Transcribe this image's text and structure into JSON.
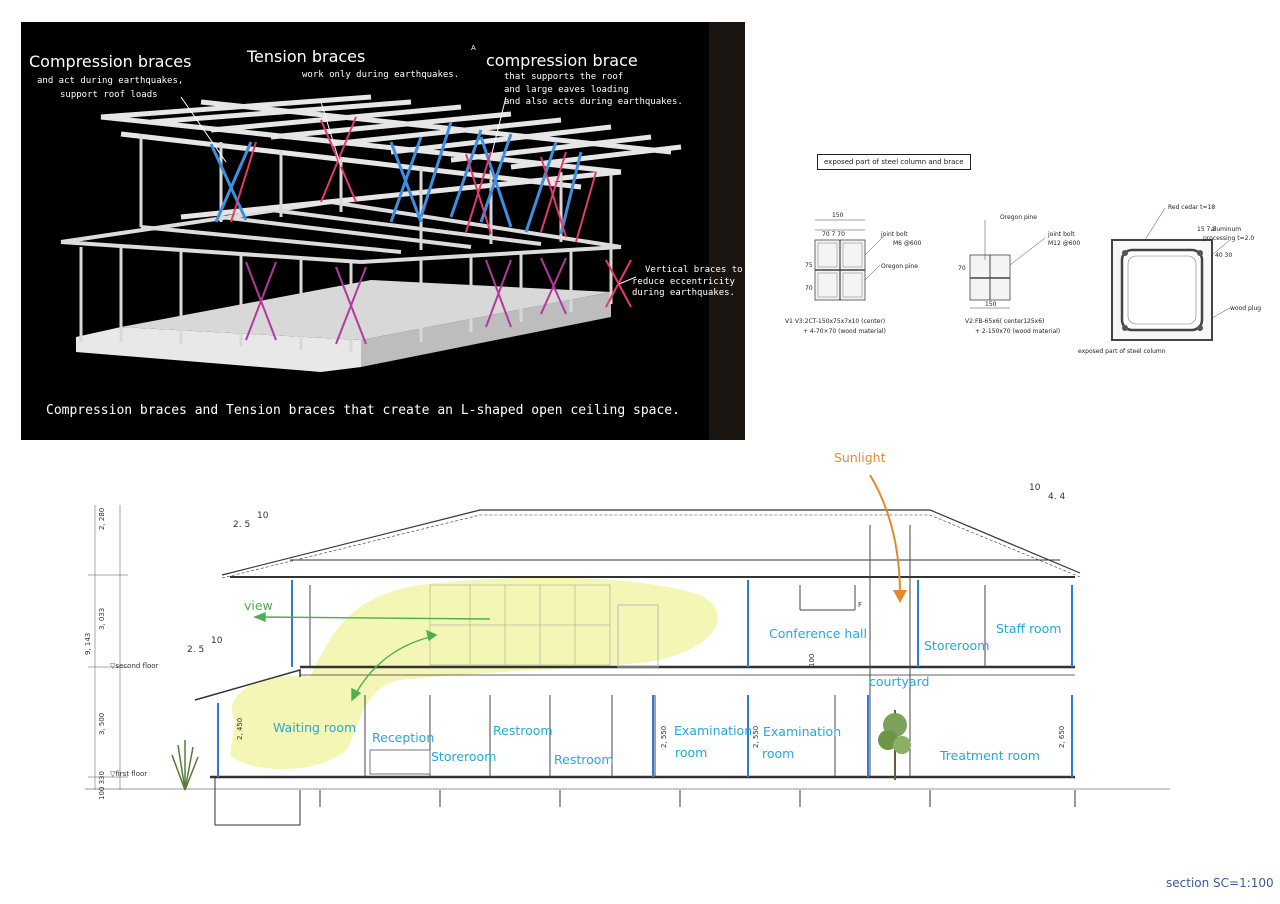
{
  "render": {
    "label_compression_braces": "Compression braces",
    "label_compression_braces_sub1": "and act during earthquakes,",
    "label_compression_braces_sub2": "support roof loads",
    "label_tension_braces": "Tension braces",
    "label_tension_braces_sub": "work only during earthquakes.",
    "label_compression_brace": "compression brace",
    "label_compression_brace_sub1": "that supports the roof",
    "label_compression_brace_sub2": "and large eaves loading",
    "label_compression_brace_sub3": "and also acts during earthquakes.",
    "label_vertical_1": "Vertical braces to",
    "label_vertical_2": "reduce eccentricity",
    "label_vertical_3": "during earthquakes.",
    "marker": "A",
    "caption": "Compression braces and Tension braces that create an L-shaped open ceiling space."
  },
  "detail": {
    "title": "exposed part of steel column and brace",
    "d1_dim_top": "150",
    "d1_dim_sub": "70  7  70",
    "d1_joint": "joint bolt",
    "d1_joint_spec": "M6 @600",
    "d1_oregon": "Oregon pine",
    "d1_side_a": "75",
    "d1_side_b": "70",
    "d1_spec1": "V1  V3:2CT-150x75x7x10 (center)",
    "d1_spec2": "+ 4-70×70  (wood material)",
    "d2_oregon": "Oregon pine",
    "d2_joint": "joint bolt",
    "d2_joint_spec": "M12 @600",
    "d2_side": "70",
    "d2_bottom": "150",
    "d2_spec1": "V2:FB-65x6( center125x6)",
    "d2_spec2": "+ 2-150x70 (wood material)",
    "d3_cedar": "Red cedar  t=18",
    "d3_aluminum": "aluminum",
    "d3_aluminum2": "processing t=2.0",
    "d3_dim_a": "15 7.3",
    "d3_dim_b": "40  30",
    "d3_plug": "wood plug",
    "d3_caption": "exposed part of steel column"
  },
  "section": {
    "sunlight": "Sunlight",
    "view": "view",
    "rooms": {
      "conference_hall": "Conference hall",
      "storeroom_upper": "Storeroom",
      "staff_room": "Staff room",
      "courtyard": "courtyard",
      "waiting_room": "Waiting room",
      "reception": "Reception",
      "storeroom_lower": "Storeroom",
      "restroom_1": "Restroom",
      "restroom_2": "Restroom",
      "examination_1a": "Examination",
      "examination_1b": "room",
      "examination_2a": "Examination",
      "examination_2b": "room",
      "treatment_room": "Treatment room"
    },
    "dims": {
      "h_280": "2, 280",
      "h_3033": "3, 033",
      "h_9143": "9, 143",
      "h_3500": "3, 500",
      "h_100_330": "100  330",
      "second_floor": "▽second floor",
      "first_floor": "▽first floor",
      "ceil_2450": "2, 450",
      "ceil_2550a": "2, 550",
      "ceil_2550b": "2, 550",
      "ceil_2650": "2, 650",
      "slab_100": "100",
      "slope_a_run": "2. 5",
      "slope_a_rise": "10",
      "slope_b_run": "2. 5",
      "slope_b_rise": "10",
      "slope_c_rise": "10",
      "slope_c_run": "4. 4",
      "mark_f": "F"
    },
    "scale": "section SC=1:100"
  },
  "colors": {
    "compression_brace": "#3d8fe0",
    "tension_brace": "#e33a6a",
    "room_label": "#28a8d8",
    "view_arrow": "#4caf50",
    "sunlight": "#e58a2b",
    "highlight": "#f2f5a8"
  }
}
